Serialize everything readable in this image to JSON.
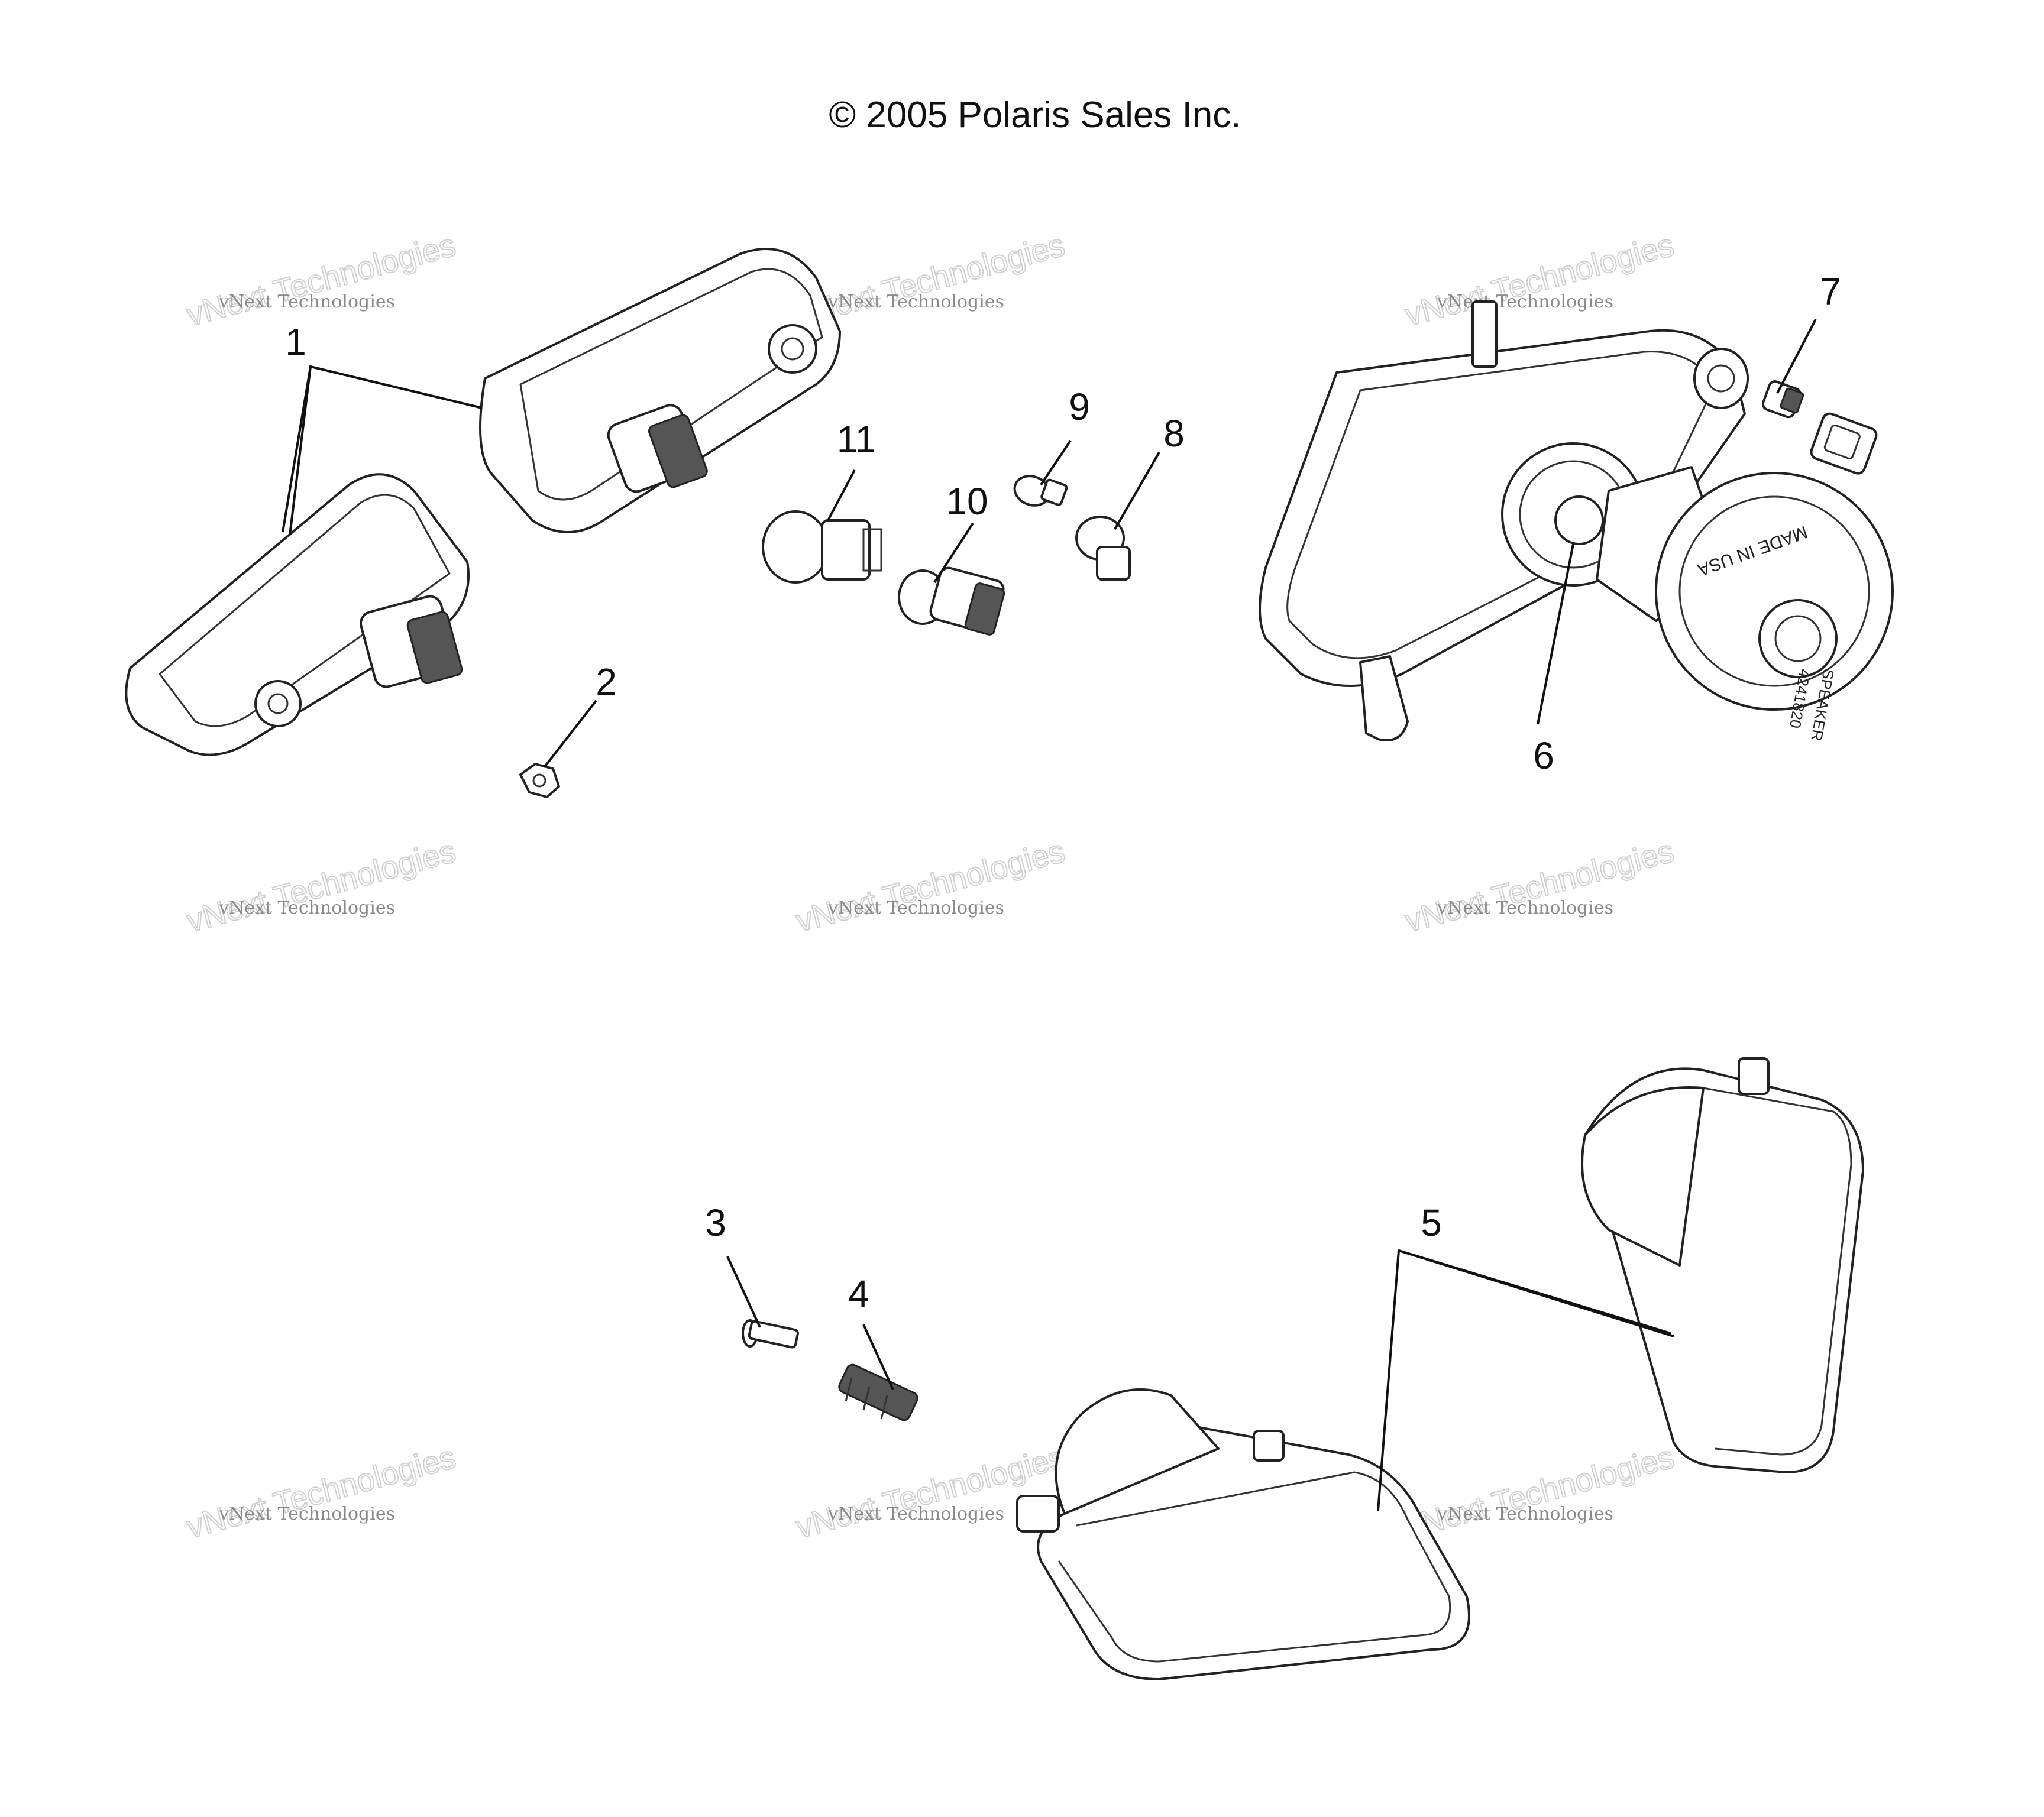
{
  "copyright": "© 2005 Polaris Sales Inc.",
  "watermark": {
    "line1": "vNext Technologies",
    "line2": "vNext Technologies"
  },
  "callouts": {
    "c1": "1",
    "c2": "2",
    "c3": "3",
    "c4": "4",
    "c5": "5",
    "c6": "6",
    "c7": "7",
    "c8": "8",
    "c9": "9",
    "c10": "10",
    "c11": "11"
  },
  "part_markings": {
    "made_in_usa": "MADE IN USA",
    "speaker_code": "SPEAKER",
    "part_number": "4241820"
  }
}
